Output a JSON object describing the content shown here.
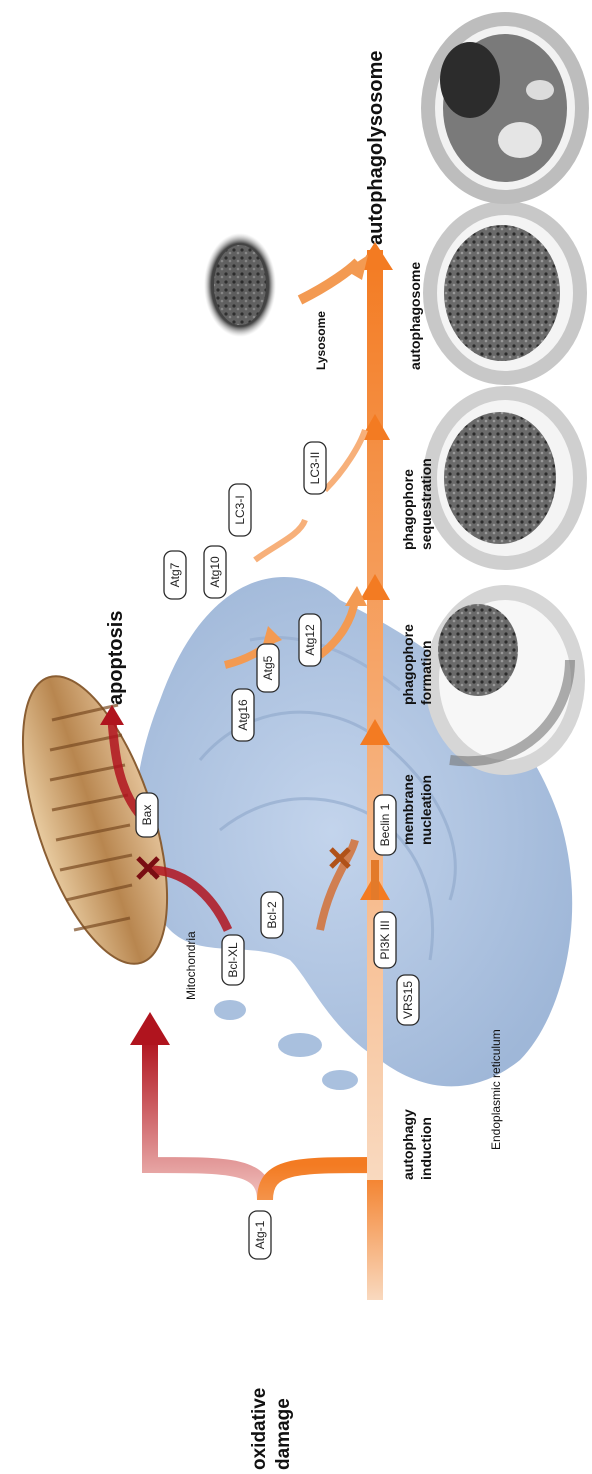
{
  "stages": {
    "oxidative_damage": [
      "oxidative",
      "damage"
    ],
    "autophagy_induction": [
      "autophagy",
      "induction"
    ],
    "membrane_nucleation": [
      "membrane",
      "nucleation"
    ],
    "phagophore_formation": [
      "phagophore",
      "formation"
    ],
    "phagophore_sequestration": [
      "phagophore",
      "sequestration"
    ],
    "autophagosome": "autophagosome",
    "autophagolysosome": "autophagolysosome",
    "apoptosis": "apoptosis"
  },
  "organelles": {
    "mitochondria": "Mitochondria",
    "endoplasmic_reticulum": "Endoplasmic reticulum",
    "lysosome": "Lysosome"
  },
  "proteins": {
    "atg1": "Atg-1",
    "bcl_xl": "Bcl-XL",
    "bcl_2": "Bcl-2",
    "bax": "Bax",
    "pi3k_iii": "PI3K III",
    "vrs15": "VRS15",
    "beclin1": "Beclin 1",
    "atg16": "Atg16",
    "atg5": "Atg5",
    "atg12": "Atg12",
    "atg7": "Atg7",
    "atg10": "Atg10",
    "lc3_i": "LC3-I",
    "lc3_ii": "LC3-II"
  },
  "colors": {
    "apoptosis_arrow": "#b0141e",
    "autophagy_arrow": "#f08a3a",
    "er": "#a9c0de",
    "mitochondria": "#b88a5a"
  }
}
